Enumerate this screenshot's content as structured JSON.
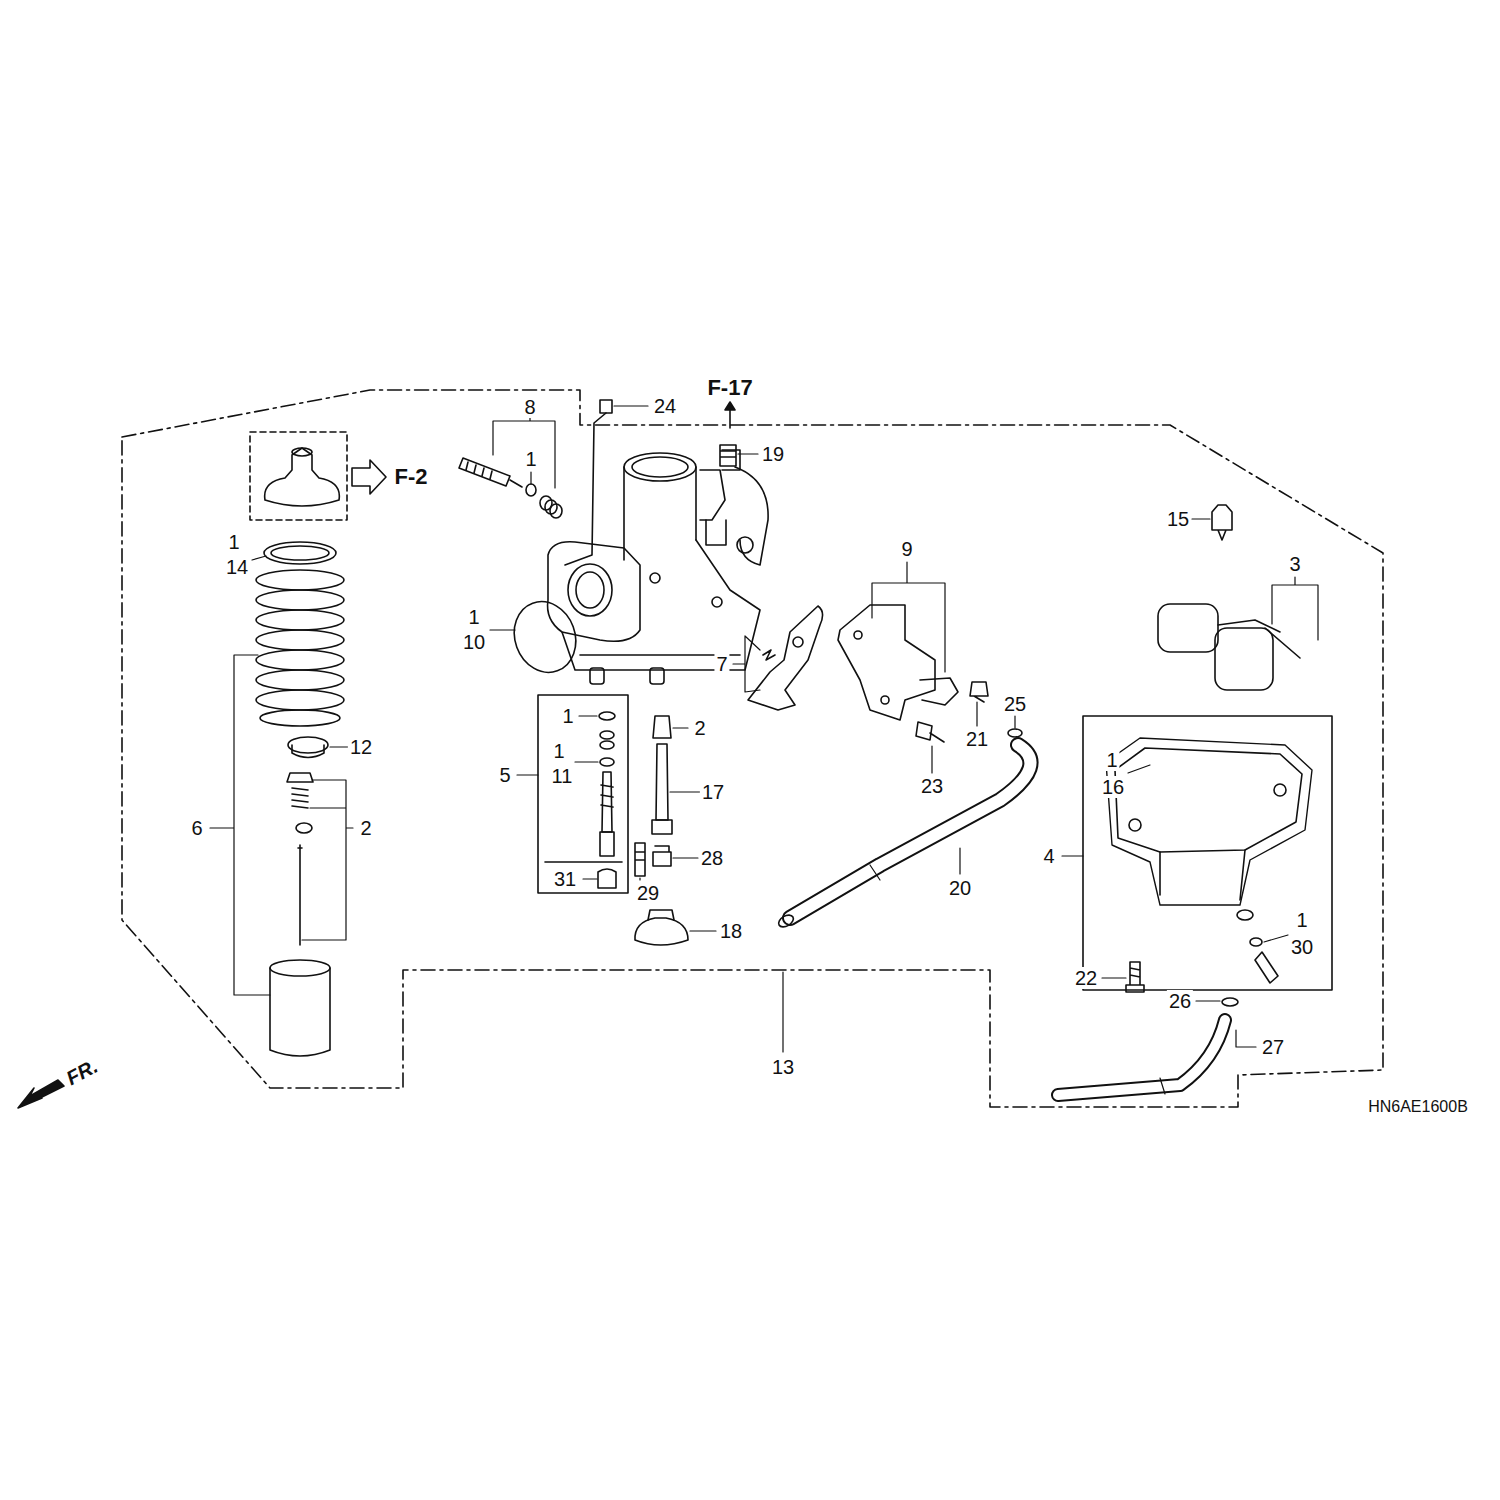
{
  "diagram": {
    "labels": [
      "8",
      "24",
      "F-17",
      "1",
      "F-2",
      "19",
      "15",
      "9",
      "3",
      "1",
      "14",
      "1",
      "10",
      "7",
      "1",
      "2",
      "25",
      "21",
      "1",
      "11",
      "12",
      "5",
      "1",
      "17",
      "23",
      "16",
      "6",
      "2",
      "4",
      "28",
      "31",
      "20",
      "29",
      "1",
      "18",
      "30",
      "22",
      "26",
      "27",
      "13",
      "FR.",
      "HN6AE1600B"
    ]
  }
}
